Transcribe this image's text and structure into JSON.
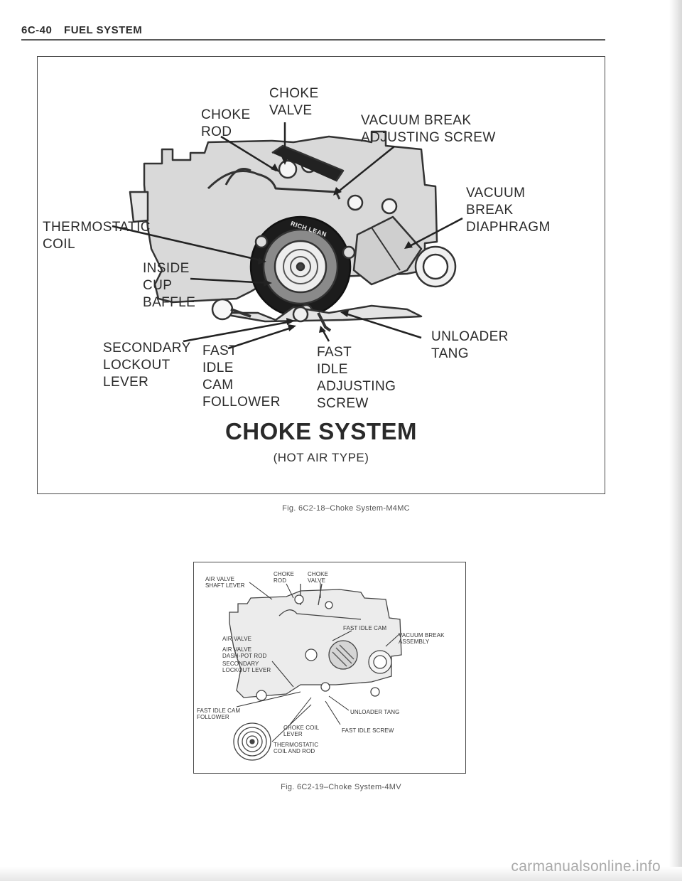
{
  "header": {
    "section": "6C-40",
    "title": "FUEL SYSTEM"
  },
  "figure1": {
    "labels": {
      "choke_valve": "CHOKE\nVALVE",
      "choke_rod": "CHOKE\nROD",
      "vacuum_break_adjusting_screw": "VACUUM BREAK\nADJUSTING SCREW",
      "vacuum_break_diaphragm": "VACUUM\nBREAK\nDIAPHRAGM",
      "thermostatic_coil": "THERMOSTATIC\nCOIL",
      "inside_cup_baffle": "INSIDE\nCUP\nBAFFLE",
      "secondary_lockout_lever": "SECONDARY\nLOCKOUT\nLEVER",
      "fast_idle_cam_follower": "FAST\nIDLE\nCAM\nFOLLOWER",
      "fast_idle_adjusting_screw": "FAST\nIDLE\nADJUSTING\nSCREW",
      "unloader_tang": "UNLOADER\nTANG",
      "rich_lean": "RICH LEAN"
    },
    "title": "CHOKE SYSTEM",
    "subtitle": "(HOT AIR TYPE)",
    "caption": "Fig. 6C2-18–Choke System-M4MC"
  },
  "figure2": {
    "labels": {
      "air_valve_shaft_lever": "AIR VALVE\nSHAFT LEVER",
      "choke_rod": "CHOKE\nROD",
      "choke_valve": "CHOKE\nVALVE",
      "fast_idle_cam": "FAST IDLE CAM",
      "air_valve": "AIR VALVE",
      "air_valve_dash_pot_rod": "AIR VALVE\nDASH-POT ROD",
      "secondary_lockout_lever": "SECONDARY\nLOCKOUT LEVER",
      "vacuum_break_assembly": "VACUUM BREAK\nASSEMBLY",
      "fast_idle_cam_follower": "FAST IDLE CAM\nFOLLOWER",
      "choke_coil_lever": "CHOKE COIL\nLEVER",
      "unloader_tang": "UNLOADER TANG",
      "fast_idle_screw": "FAST IDLE SCREW",
      "thermostatic_coil_and_rod": "THERMOSTATIC\nCOIL AND ROD"
    },
    "caption": "Fig. 6C2-19–Choke System-4MV"
  },
  "watermark": "carmanualsonline.info"
}
